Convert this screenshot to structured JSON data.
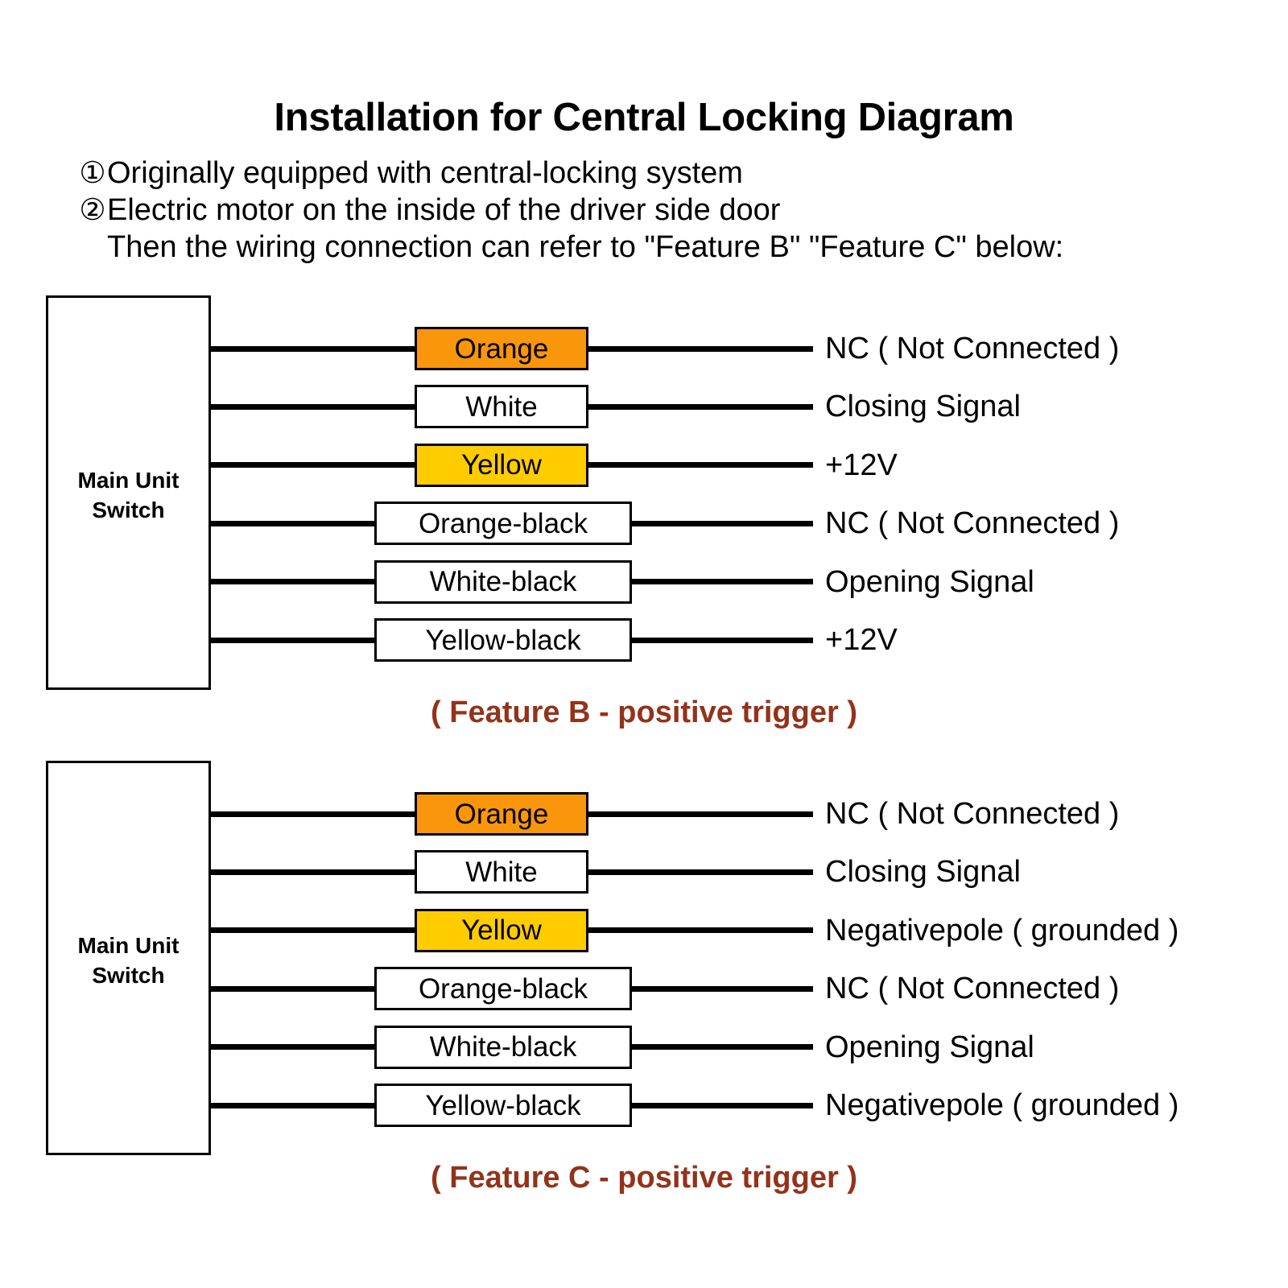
{
  "header": {
    "title": "Installation for Central Locking Diagram",
    "lines": [
      {
        "marker": "①",
        "text": "Originally equipped with central-locking system"
      },
      {
        "marker": "②",
        "text": "Electric motor on the inside of the driver side door"
      },
      {
        "marker": "",
        "text": "Then the wiring connection can refer to \"Feature B\" \"Feature C\" below:"
      }
    ]
  },
  "colors": {
    "orange": "#F9960B",
    "yellow": "#FFCC00",
    "caption": "#93331B",
    "wire": "#000000",
    "box_border": "#000000"
  },
  "sections": [
    {
      "id": "feature-b",
      "unit_label_line1": "Main Unit",
      "unit_label_line2": "Switch",
      "caption": "( Feature B - positive trigger )",
      "rows": [
        {
          "wire_label": "Orange",
          "swatch": "orange",
          "wide": false,
          "end_label": "NC ( Not Connected )"
        },
        {
          "wire_label": "White",
          "swatch": "white",
          "wide": false,
          "end_label": "Closing Signal"
        },
        {
          "wire_label": "Yellow",
          "swatch": "yellow",
          "wide": false,
          "end_label": "+12V"
        },
        {
          "wire_label": "Orange-black",
          "swatch": "white",
          "wide": true,
          "end_label": "NC ( Not Connected )"
        },
        {
          "wire_label": "White-black",
          "swatch": "white",
          "wide": true,
          "end_label": "Opening Signal"
        },
        {
          "wire_label": "Yellow-black",
          "swatch": "white",
          "wide": true,
          "end_label": "+12V"
        }
      ]
    },
    {
      "id": "feature-c",
      "unit_label_line1": "Main Unit",
      "unit_label_line2": "Switch",
      "caption": "( Feature C - positive trigger )",
      "rows": [
        {
          "wire_label": "Orange",
          "swatch": "orange",
          "wide": false,
          "end_label": "NC ( Not Connected )"
        },
        {
          "wire_label": "White",
          "swatch": "white",
          "wide": false,
          "end_label": "Closing Signal"
        },
        {
          "wire_label": "Yellow",
          "swatch": "yellow",
          "wide": false,
          "end_label": "Negativepole ( grounded )"
        },
        {
          "wire_label": "Orange-black",
          "swatch": "white",
          "wide": true,
          "end_label": "NC ( Not Connected )"
        },
        {
          "wire_label": "White-black",
          "swatch": "white",
          "wide": true,
          "end_label": "Opening Signal"
        },
        {
          "wire_label": "Yellow-black",
          "swatch": "white",
          "wide": true,
          "end_label": "Negativepole ( grounded )"
        }
      ]
    }
  ]
}
